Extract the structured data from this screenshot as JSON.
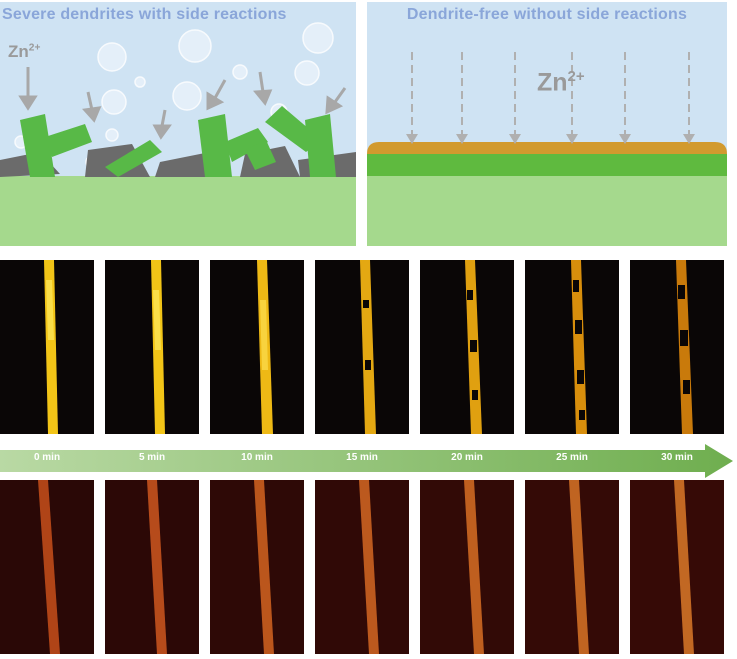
{
  "panels": {
    "left": {
      "title": "Severe dendrites with side reactions",
      "ion_label": "Zn",
      "ion_charge": "2+"
    },
    "right": {
      "title": "Dendrite-free without side reactions",
      "ion_label": "Zn",
      "ion_charge": "2+"
    }
  },
  "timeline": {
    "labels": [
      "0 min",
      "5 min",
      "10 min",
      "15 min",
      "20 min",
      "25 min",
      "30 min"
    ]
  },
  "colors": {
    "panel_bg": "#cfe3f3",
    "substrate": "#a5d98d",
    "dendrite_green": "#58b947",
    "byproduct_gray": "#6b6b6b",
    "deposit_orange": "#d29a2e",
    "zn_layer_green": "#5fba3f",
    "arrow_green": "#8dc06f",
    "title_blue": "#8aa6d9"
  }
}
